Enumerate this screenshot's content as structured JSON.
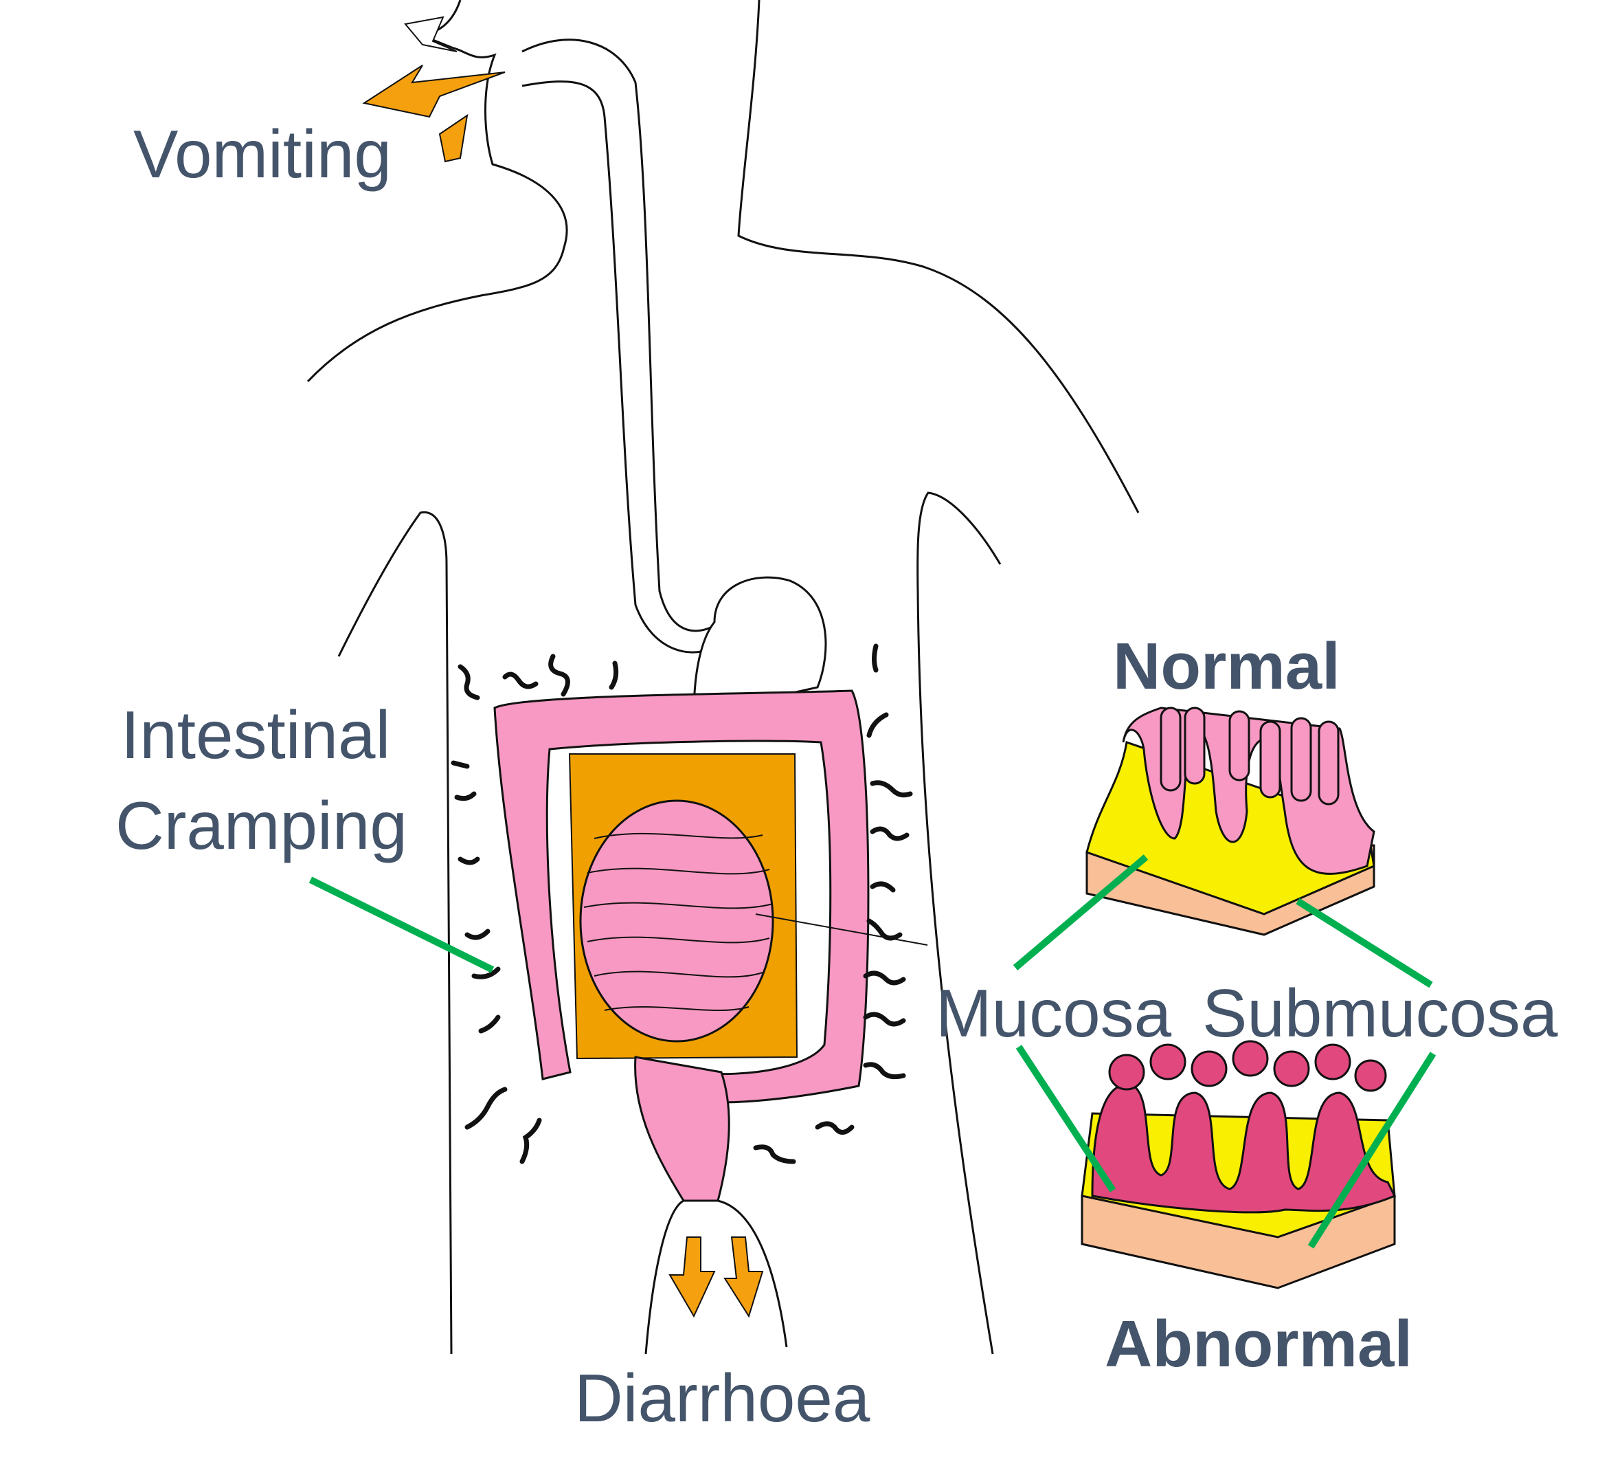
{
  "labels": {
    "vomiting": "Vomiting",
    "cramping_line1": "Intestinal",
    "cramping_line2": "Cramping",
    "diarrhoea": "Diarrhoea",
    "normal": "Normal",
    "abnormal": "Abnormal",
    "mucosa": "Mucosa",
    "submucosa": "Submucosa"
  },
  "colors": {
    "text": "#44546a",
    "leader_line": "#00b050",
    "arrow": "#f5a00f",
    "colon": "#f799c2",
    "mucosa": "#f8f000",
    "submucosa": "#f9bf97",
    "abnormal_villi": "#e0487e"
  }
}
